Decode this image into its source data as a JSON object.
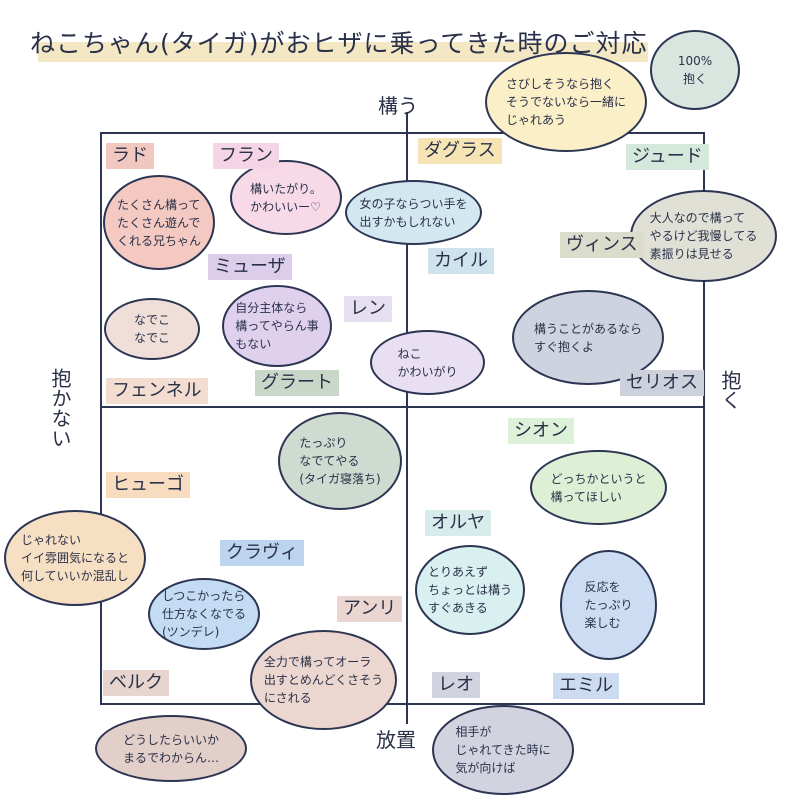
{
  "title": "ねこちゃん(タイガ)がおヒザに乗ってきた時のご対応",
  "axes": {
    "top": "構う",
    "bottom": "放置",
    "left": "抱かない",
    "right": "抱く"
  },
  "names": {
    "rad": "ラド",
    "fran": "フラン",
    "douglas": "ダグラス",
    "jude": "ジュード",
    "muza": "ミューザ",
    "kyle": "カイル",
    "vince": "ヴィンス",
    "ren": "レン",
    "fennel": "フェンネル",
    "grato": "グラート",
    "serios": "セリオス",
    "sion": "シオン",
    "hugo": "ヒューゴ",
    "clavi": "クラヴィ",
    "olya": "オルヤ",
    "henri": "アンリ",
    "berg": "ベルク",
    "leo": "レオ",
    "emil": "エミル"
  },
  "bubbles": {
    "douglas": "さびしそうなら抱く\nそうでないなら一緒に\nじゃれあう",
    "jude": "100%\n抱く",
    "rad": "たくさん構って\nたくさん遊んで\nくれる兄ちゃん",
    "fran": "構いたがり。\nかわいいー♡",
    "kyle": "女の子ならつい手を\n出すかもしれない",
    "vince": "大人なので構って\nやるけど我慢してる\n素振りは見せる",
    "fennel": "なでこ\nなでこ",
    "muza": "自分主体なら\n構ってやらん事\nもない",
    "ren": "ねこ\nかわいがり",
    "serios": "構うことがあるなら\nすぐ抱くよ",
    "grato": "たっぷり\nなでてやる\n(タイガ寝落ち)",
    "sion": "どっちかというと\n構ってほしい",
    "hugo": "じゃれない\nイイ雰囲気になると\n何していいか混乱し",
    "clavi": "しつこかったら\n仕方なくなでる\n(ツンデレ)",
    "olya": "とりあえず\nちょっとは構う\nすぐあきる",
    "emil": "反応を\nたっぷり\n楽しむ",
    "henri": "全力で構ってオーラ\n出すとめんどくさそう\nにされる",
    "berg": "どうしたらいいか\nまるでわからん…",
    "leo": "相手が\nじゃれてきた時に\n気が向けば"
  }
}
